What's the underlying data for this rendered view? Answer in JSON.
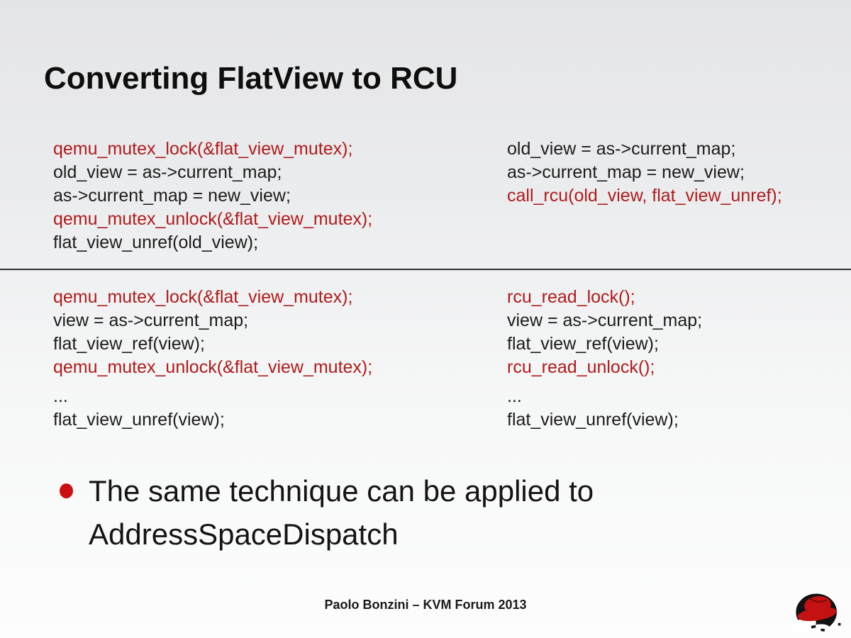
{
  "slide": {
    "title": "Converting FlatView to RCU",
    "footer": "Paolo Bonzini – KVM Forum 2013",
    "logo": "redhat-shadowman-logo"
  },
  "colors": {
    "bg_top": "#e4e5e7",
    "bg_bottom": "#fdfdfd",
    "code_red": "#b01b1b",
    "code_black": "#1c1c1c",
    "bullet_red": "#cc1010",
    "divider": "#2f2f2f"
  },
  "blocks": {
    "writer_mutex": {
      "lines": [
        {
          "text": "qemu_mutex_lock(&flat_view_mutex);",
          "color": "red"
        },
        {
          "text": "old_view = as->current_map;",
          "color": "black"
        },
        {
          "text": "as->current_map = new_view;",
          "color": "black"
        },
        {
          "text": "qemu_mutex_unlock(&flat_view_mutex);",
          "color": "red"
        },
        {
          "text": "flat_view_unref(old_view);",
          "color": "black"
        }
      ]
    },
    "writer_rcu": {
      "lines": [
        {
          "text": "old_view = as->current_map;",
          "color": "black"
        },
        {
          "text": "as->current_map = new_view;",
          "color": "black"
        },
        {
          "text": "call_rcu(old_view, flat_view_unref);",
          "color": "red"
        }
      ]
    },
    "reader_mutex": {
      "lines": [
        {
          "text": "qemu_mutex_lock(&flat_view_mutex);",
          "color": "red"
        },
        {
          "text": "view = as->current_map;",
          "color": "black"
        },
        {
          "text": "flat_view_ref(view);",
          "color": "black"
        },
        {
          "text": "qemu_mutex_unlock(&flat_view_mutex);",
          "color": "red"
        },
        {
          "text": "...",
          "color": "black",
          "gap_before": true
        },
        {
          "text": "flat_view_unref(view);",
          "color": "black"
        }
      ]
    },
    "reader_rcu": {
      "lines": [
        {
          "text": "rcu_read_lock();",
          "color": "red"
        },
        {
          "text": "view = as->current_map;",
          "color": "black"
        },
        {
          "text": "flat_view_ref(view);",
          "color": "black"
        },
        {
          "text": "rcu_read_unlock();",
          "color": "red"
        },
        {
          "text": "...",
          "color": "black",
          "gap_before": true
        },
        {
          "text": "flat_view_unref(view);",
          "color": "black"
        }
      ]
    }
  },
  "bullets": [
    {
      "text": "The same technique can be applied to AddressSpaceDispatch"
    }
  ]
}
